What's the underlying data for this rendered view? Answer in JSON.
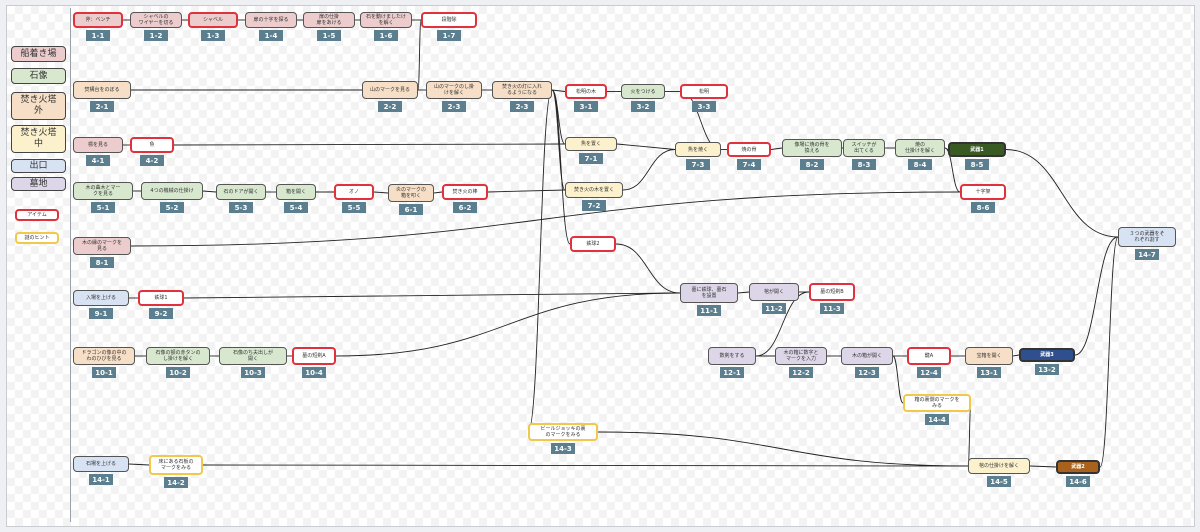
{
  "colors": {
    "pink": "#eccccc",
    "green": "#d7e8cf",
    "peach": "#f6dfc6",
    "cream": "#fcf1cd",
    "blue": "#d7e2f3",
    "lilac": "#ddd6e8",
    "white": "#ffffff",
    "darkgreen": "#3a5a23",
    "navy": "#2f4f8f",
    "brown": "#a8621c",
    "item_border": "#e0323c",
    "hint_border": "#f0c84a"
  },
  "legend": [
    {
      "label": "船着き場",
      "color": "pink"
    },
    {
      "label": "石像",
      "color": "green"
    },
    {
      "label": "焚き火塔\n外",
      "color": "peach"
    },
    {
      "label": "焚き火塔\n中",
      "color": "cream"
    },
    {
      "label": "出口",
      "color": "blue"
    },
    {
      "label": "墓地",
      "color": "lilac"
    },
    {
      "label": "アイテム",
      "kind": "item"
    },
    {
      "label": "謎のヒント",
      "kind": "hint"
    }
  ],
  "nodes": [
    {
      "id": "1-1",
      "text": "斧：ベンチ",
      "color": "pink",
      "kind": "item"
    },
    {
      "id": "1-2",
      "text": "シャベルの\nワイヤーを切る",
      "color": "pink"
    },
    {
      "id": "1-3",
      "text": "シャベル",
      "color": "pink",
      "kind": "item"
    },
    {
      "id": "1-4",
      "text": "扉の十字を探る",
      "color": "pink"
    },
    {
      "id": "1-5",
      "text": "扉の仕掛\n扉をあける",
      "color": "pink"
    },
    {
      "id": "1-6",
      "text": "石を動けましたけ\nを解く",
      "color": "pink"
    },
    {
      "id": "1-7",
      "text": "段階除",
      "color": "white",
      "kind": "item"
    },
    {
      "id": "2-1",
      "text": "焚構台をのぼる",
      "color": "peach"
    },
    {
      "id": "2-2",
      "text": "山のマークを見る",
      "color": "peach"
    },
    {
      "id": "2-3",
      "text": "山のマークのし掛\nけを解く",
      "color": "peach"
    },
    {
      "id": "2-3",
      "text": "焚き火の灯に入れ\nるようになる",
      "color": "peach"
    },
    {
      "id": "3-1",
      "text": "松明の木",
      "color": "white",
      "kind": "item"
    },
    {
      "id": "3-2",
      "text": "火をつける",
      "color": "green"
    },
    {
      "id": "3-3",
      "text": "松明",
      "color": "white",
      "kind": "item"
    },
    {
      "id": "4-1",
      "text": "標を見る",
      "color": "pink"
    },
    {
      "id": "4-2",
      "text": "魚",
      "color": "white",
      "kind": "item"
    },
    {
      "id": "7-1",
      "text": "魚を置く",
      "color": "cream"
    },
    {
      "id": "7-3",
      "text": "魚を焼く",
      "color": "cream"
    },
    {
      "id": "7-4",
      "text": "焼の骨",
      "color": "white",
      "kind": "item"
    },
    {
      "id": "8-2",
      "text": "像場に焼の骨を\n換える",
      "color": "green"
    },
    {
      "id": "8-3",
      "text": "スイッチが\n出てくる",
      "color": "green"
    },
    {
      "id": "8-4",
      "text": "焼の\n仕掛けを解く",
      "color": "green"
    },
    {
      "id": "8-5",
      "text": "武器1",
      "color": "darkgreen",
      "kind": "item"
    },
    {
      "id": "5-1",
      "text": "木の曲木とマー\nクを見る",
      "color": "green"
    },
    {
      "id": "5-2",
      "text": "4つの機械の仕掛け",
      "color": "green"
    },
    {
      "id": "5-3",
      "text": "石のドアが開く",
      "color": "green"
    },
    {
      "id": "5-4",
      "text": "箱を開く",
      "color": "green"
    },
    {
      "id": "5-5",
      "text": "オノ",
      "color": "white",
      "kind": "item"
    },
    {
      "id": "6-1",
      "text": "炎のマークの\n箱を叩く",
      "color": "peach"
    },
    {
      "id": "6-2",
      "text": "焚き火の棒",
      "color": "white",
      "kind": "item"
    },
    {
      "id": "7-2",
      "text": "焚き火の木を置く",
      "color": "cream"
    },
    {
      "id": "8-6",
      "text": "十字架",
      "color": "white",
      "kind": "item"
    },
    {
      "id": "8-1",
      "text": "木の縁のマークを\n見る",
      "color": "pink"
    },
    {
      "id": "14-7",
      "text": "３つの武器をそ\nれぞれ割す",
      "color": "blue"
    },
    {
      "id": "",
      "text": "鉄球2",
      "color": "white",
      "kind": "item"
    },
    {
      "id": "9-1",
      "text": "入場を上げる",
      "color": "blue"
    },
    {
      "id": "9-2",
      "text": "鉄球1",
      "color": "white",
      "kind": "item"
    },
    {
      "id": "11-1",
      "text": "墓に鉄球、墓石\nを設置",
      "color": "lilac"
    },
    {
      "id": "11-2",
      "text": "棺が開く",
      "color": "lilac"
    },
    {
      "id": "11-3",
      "text": "墓の短剣B",
      "color": "white",
      "kind": "item"
    },
    {
      "id": "10-1",
      "text": "ドラゴンの像の中の\nわのひびを見る",
      "color": "peach"
    },
    {
      "id": "10-2",
      "text": "石像の額の赤タンの\nし掛けを解く",
      "color": "green"
    },
    {
      "id": "10-3",
      "text": "石像のち夫出しが\n開く",
      "color": "green"
    },
    {
      "id": "10-4",
      "text": "墓の短剣A",
      "color": "white",
      "kind": "item"
    },
    {
      "id": "12-1",
      "text": "数剣をする",
      "color": "lilac"
    },
    {
      "id": "12-2",
      "text": "木の箱に数字と\nマークを入力",
      "color": "lilac"
    },
    {
      "id": "12-3",
      "text": "木の箱が開く",
      "color": "lilac"
    },
    {
      "id": "12-4",
      "text": "鍵A",
      "color": "white",
      "kind": "item"
    },
    {
      "id": "13-1",
      "text": "宝箱を開く",
      "color": "peach"
    },
    {
      "id": "13-2",
      "text": "武器3",
      "color": "navy",
      "kind": "item"
    },
    {
      "id": "14-4",
      "text": "箱の裏側のマークを\nみる",
      "color": "white",
      "kind": "hint"
    },
    {
      "id": "14-3",
      "text": "ビールジョッキの裏\nのマークをみる",
      "color": "white",
      "kind": "hint"
    },
    {
      "id": "14-1",
      "text": "石場を上げる",
      "color": "blue"
    },
    {
      "id": "14-2",
      "text": "床にある石板の\nマークをみる",
      "color": "white",
      "kind": "hint"
    },
    {
      "id": "14-5",
      "text": "棺の仕掛けを解く",
      "color": "cream"
    },
    {
      "id": "14-6",
      "text": "武器2",
      "color": "brown",
      "kind": "item"
    }
  ]
}
